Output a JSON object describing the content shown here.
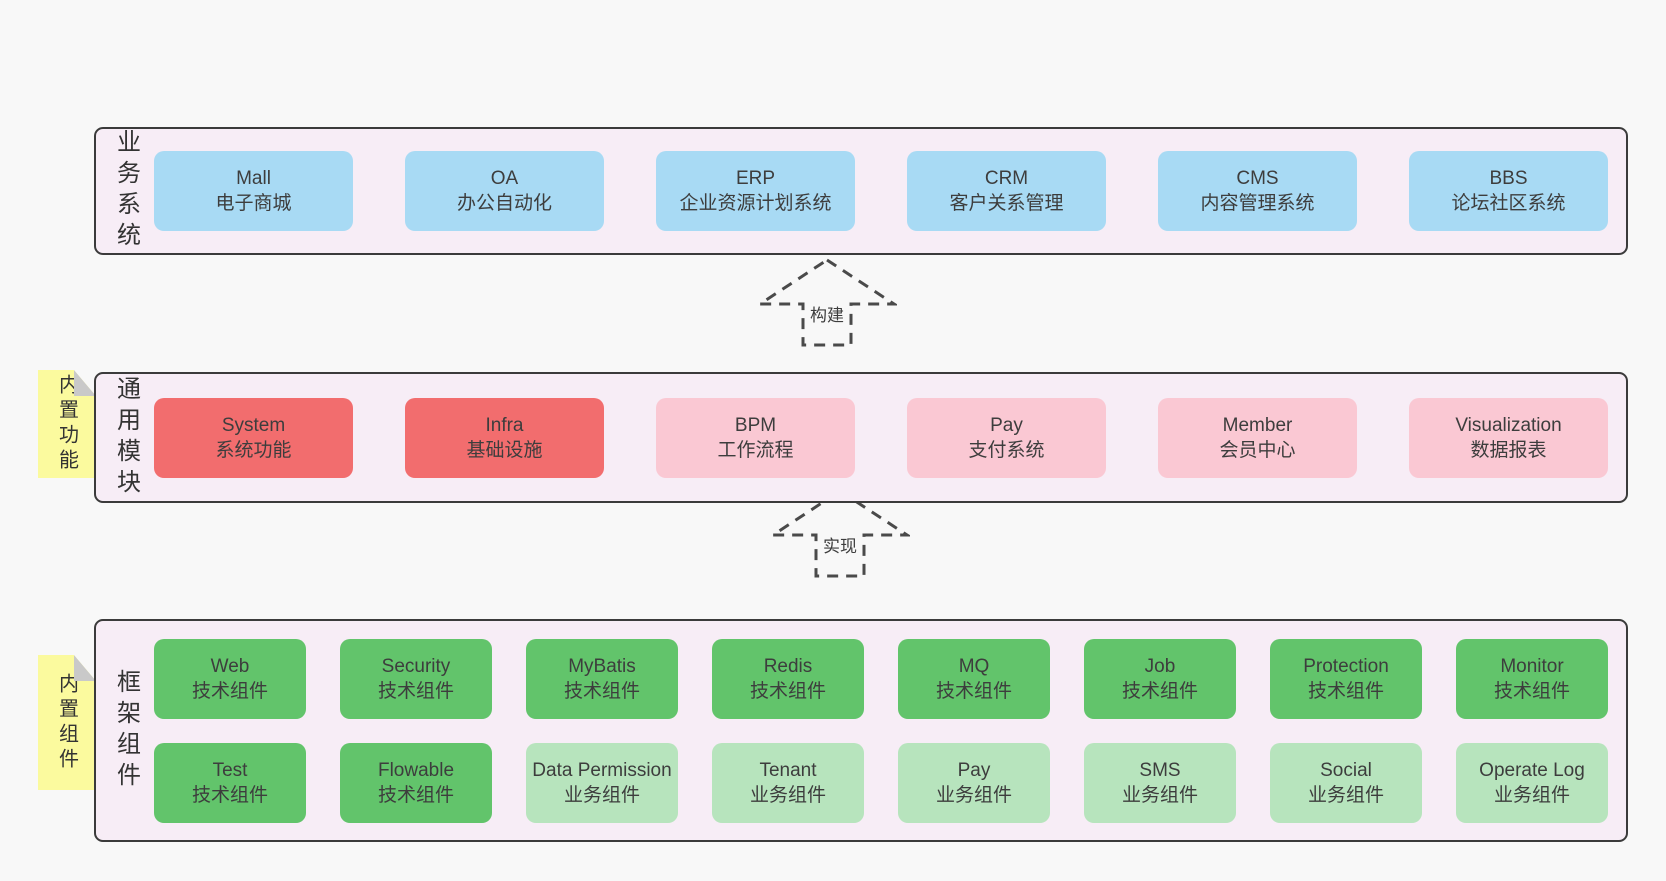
{
  "diagram": {
    "colors": {
      "background": "#f8f8f8",
      "panel_fill": "#f7edf6",
      "panel_border": "#3b3b3b",
      "blue": "#a8daf4",
      "red": "#f26d6e",
      "pink": "#fac8d3",
      "green": "#62c46b",
      "light_green": "#b7e4bd",
      "sticky_yellow": "#fbfa9e",
      "fold_gray": "#c9c9c9",
      "text": "#3d3d3d",
      "arrow_dash": "#4a4a4a"
    },
    "arrows": [
      {
        "label": "构建"
      },
      {
        "label": "实现"
      }
    ],
    "stickies": [
      {
        "label": "内置功能"
      },
      {
        "label": "内置组件"
      }
    ],
    "panels": [
      {
        "label": "业务系统",
        "rows": [
          [
            {
              "title": "Mall",
              "subtitle": "电子商城",
              "variant": "blue"
            },
            {
              "title": "OA",
              "subtitle": "办公自动化",
              "variant": "blue"
            },
            {
              "title": "ERP",
              "subtitle": "企业资源计划系统",
              "variant": "blue"
            },
            {
              "title": "CRM",
              "subtitle": "客户关系管理",
              "variant": "blue"
            },
            {
              "title": "CMS",
              "subtitle": "内容管理系统",
              "variant": "blue"
            },
            {
              "title": "BBS",
              "subtitle": "论坛社区系统",
              "variant": "blue"
            }
          ]
        ]
      },
      {
        "label": "通用模块",
        "rows": [
          [
            {
              "title": "System",
              "subtitle": "系统功能",
              "variant": "red"
            },
            {
              "title": "Infra",
              "subtitle": "基础设施",
              "variant": "red"
            },
            {
              "title": "BPM",
              "subtitle": "工作流程",
              "variant": "pink"
            },
            {
              "title": "Pay",
              "subtitle": "支付系统",
              "variant": "pink"
            },
            {
              "title": "Member",
              "subtitle": "会员中心",
              "variant": "pink"
            },
            {
              "title": "Visualization",
              "subtitle": "数据报表",
              "variant": "pink"
            }
          ]
        ]
      },
      {
        "label": "框架组件",
        "rows": [
          [
            {
              "title": "Web",
              "subtitle": "技术组件",
              "variant": "green"
            },
            {
              "title": "Security",
              "subtitle": "技术组件",
              "variant": "green"
            },
            {
              "title": "MyBatis",
              "subtitle": "技术组件",
              "variant": "green"
            },
            {
              "title": "Redis",
              "subtitle": "技术组件",
              "variant": "green"
            },
            {
              "title": "MQ",
              "subtitle": "技术组件",
              "variant": "green"
            },
            {
              "title": "Job",
              "subtitle": "技术组件",
              "variant": "green"
            },
            {
              "title": "Protection",
              "subtitle": "技术组件",
              "variant": "green"
            },
            {
              "title": "Monitor",
              "subtitle": "技术组件",
              "variant": "green"
            }
          ],
          [
            {
              "title": "Test",
              "subtitle": "技术组件",
              "variant": "green"
            },
            {
              "title": "Flowable",
              "subtitle": "技术组件",
              "variant": "green"
            },
            {
              "title": "Data Permission",
              "subtitle": "业务组件",
              "variant": "lightgreen"
            },
            {
              "title": "Tenant",
              "subtitle": "业务组件",
              "variant": "lightgreen"
            },
            {
              "title": "Pay",
              "subtitle": "业务组件",
              "variant": "lightgreen"
            },
            {
              "title": "SMS",
              "subtitle": "业务组件",
              "variant": "lightgreen"
            },
            {
              "title": "Social",
              "subtitle": "业务组件",
              "variant": "lightgreen"
            },
            {
              "title": "Operate Log",
              "subtitle": "业务组件",
              "variant": "lightgreen"
            }
          ]
        ]
      }
    ]
  }
}
